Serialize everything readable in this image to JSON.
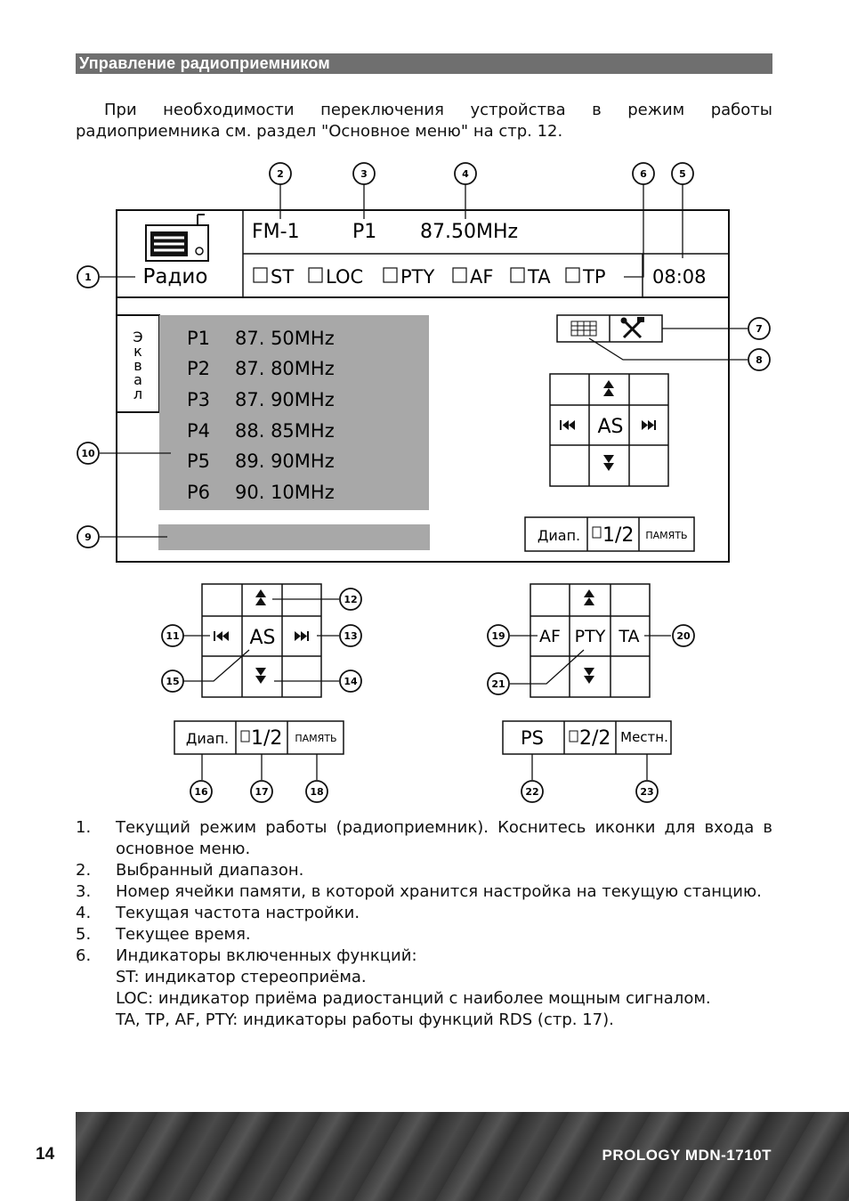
{
  "header": {
    "title": "Управление радиоприемником"
  },
  "intro": "При необходимости переключения устройства в режим работы радиоприемника см. раздел \"Основное меню\" на стр. 12.",
  "screen": {
    "mode_label": "Радио",
    "band": "FM-1",
    "preset": "P1",
    "frequency": "87.50MHz",
    "indicators": [
      "ST",
      "LOC",
      "PTY",
      "AF",
      "TA",
      "TP"
    ],
    "time": "08:08",
    "eq_letters": [
      "Э",
      "к",
      "в",
      "а",
      "л"
    ],
    "presets": [
      {
        "name": "P1",
        "freq": "87. 50MHz"
      },
      {
        "name": "P2",
        "freq": "87. 80MHz"
      },
      {
        "name": "P3",
        "freq": "87. 90MHz"
      },
      {
        "name": "P4",
        "freq": "88. 85MHz"
      },
      {
        "name": "P5",
        "freq": "89. 90MHz"
      },
      {
        "name": "P6",
        "freq": "90. 10MHz"
      }
    ],
    "as_label": "AS",
    "band_button": "Диап.",
    "page_label": "1/2",
    "memory_button": "ПАМЯТЬ"
  },
  "panel_left": {
    "as_label": "AS",
    "band_button": "Диап.",
    "page_label": "1/2",
    "memory_button": "ПАМЯТЬ"
  },
  "panel_right": {
    "af": "AF",
    "pty": "PTY",
    "ta": "TA",
    "ps_button": "PS",
    "page_label": "2/2",
    "local_button": "Местн."
  },
  "callouts": [
    "1",
    "2",
    "3",
    "4",
    "5",
    "6",
    "7",
    "8",
    "9",
    "10",
    "11",
    "12",
    "13",
    "14",
    "15",
    "16",
    "17",
    "18",
    "19",
    "20",
    "21",
    "22",
    "23"
  ],
  "list": [
    {
      "num": "1.",
      "text": "Текущий режим работы (радиоприемник). Коснитесь иконки для входа в основное меню."
    },
    {
      "num": "2.",
      "text": "Выбранный диапазон."
    },
    {
      "num": "3.",
      "text": "Номер ячейки памяти, в которой хранится настройка на текущую станцию."
    },
    {
      "num": "4.",
      "text": "Текущая частота настройки."
    },
    {
      "num": "5.",
      "text": "Текущее время."
    },
    {
      "num": "6.",
      "text": "Индикаторы включенных функций:"
    }
  ],
  "list_sub": [
    "ST: индикатор стереоприёма.",
    "LOC: индикатор приёма радиостанций с наиболее мощным сигналом.",
    "TA, TP, AF, PTY: индикаторы работы функций RDS (стр. 17)."
  ],
  "footer": {
    "page_number": "14",
    "brand": "PROLOGY MDN-1710T"
  }
}
